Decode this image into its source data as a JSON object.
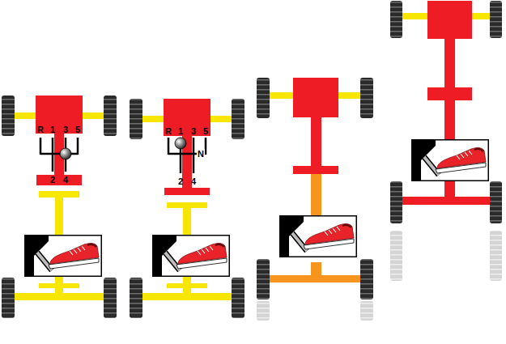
{
  "diagram": {
    "labels": [
      "R",
      "1",
      "3",
      "5",
      "2",
      "4",
      "R",
      "1",
      "3",
      "5",
      "N",
      "2",
      "4"
    ]
  }
}
